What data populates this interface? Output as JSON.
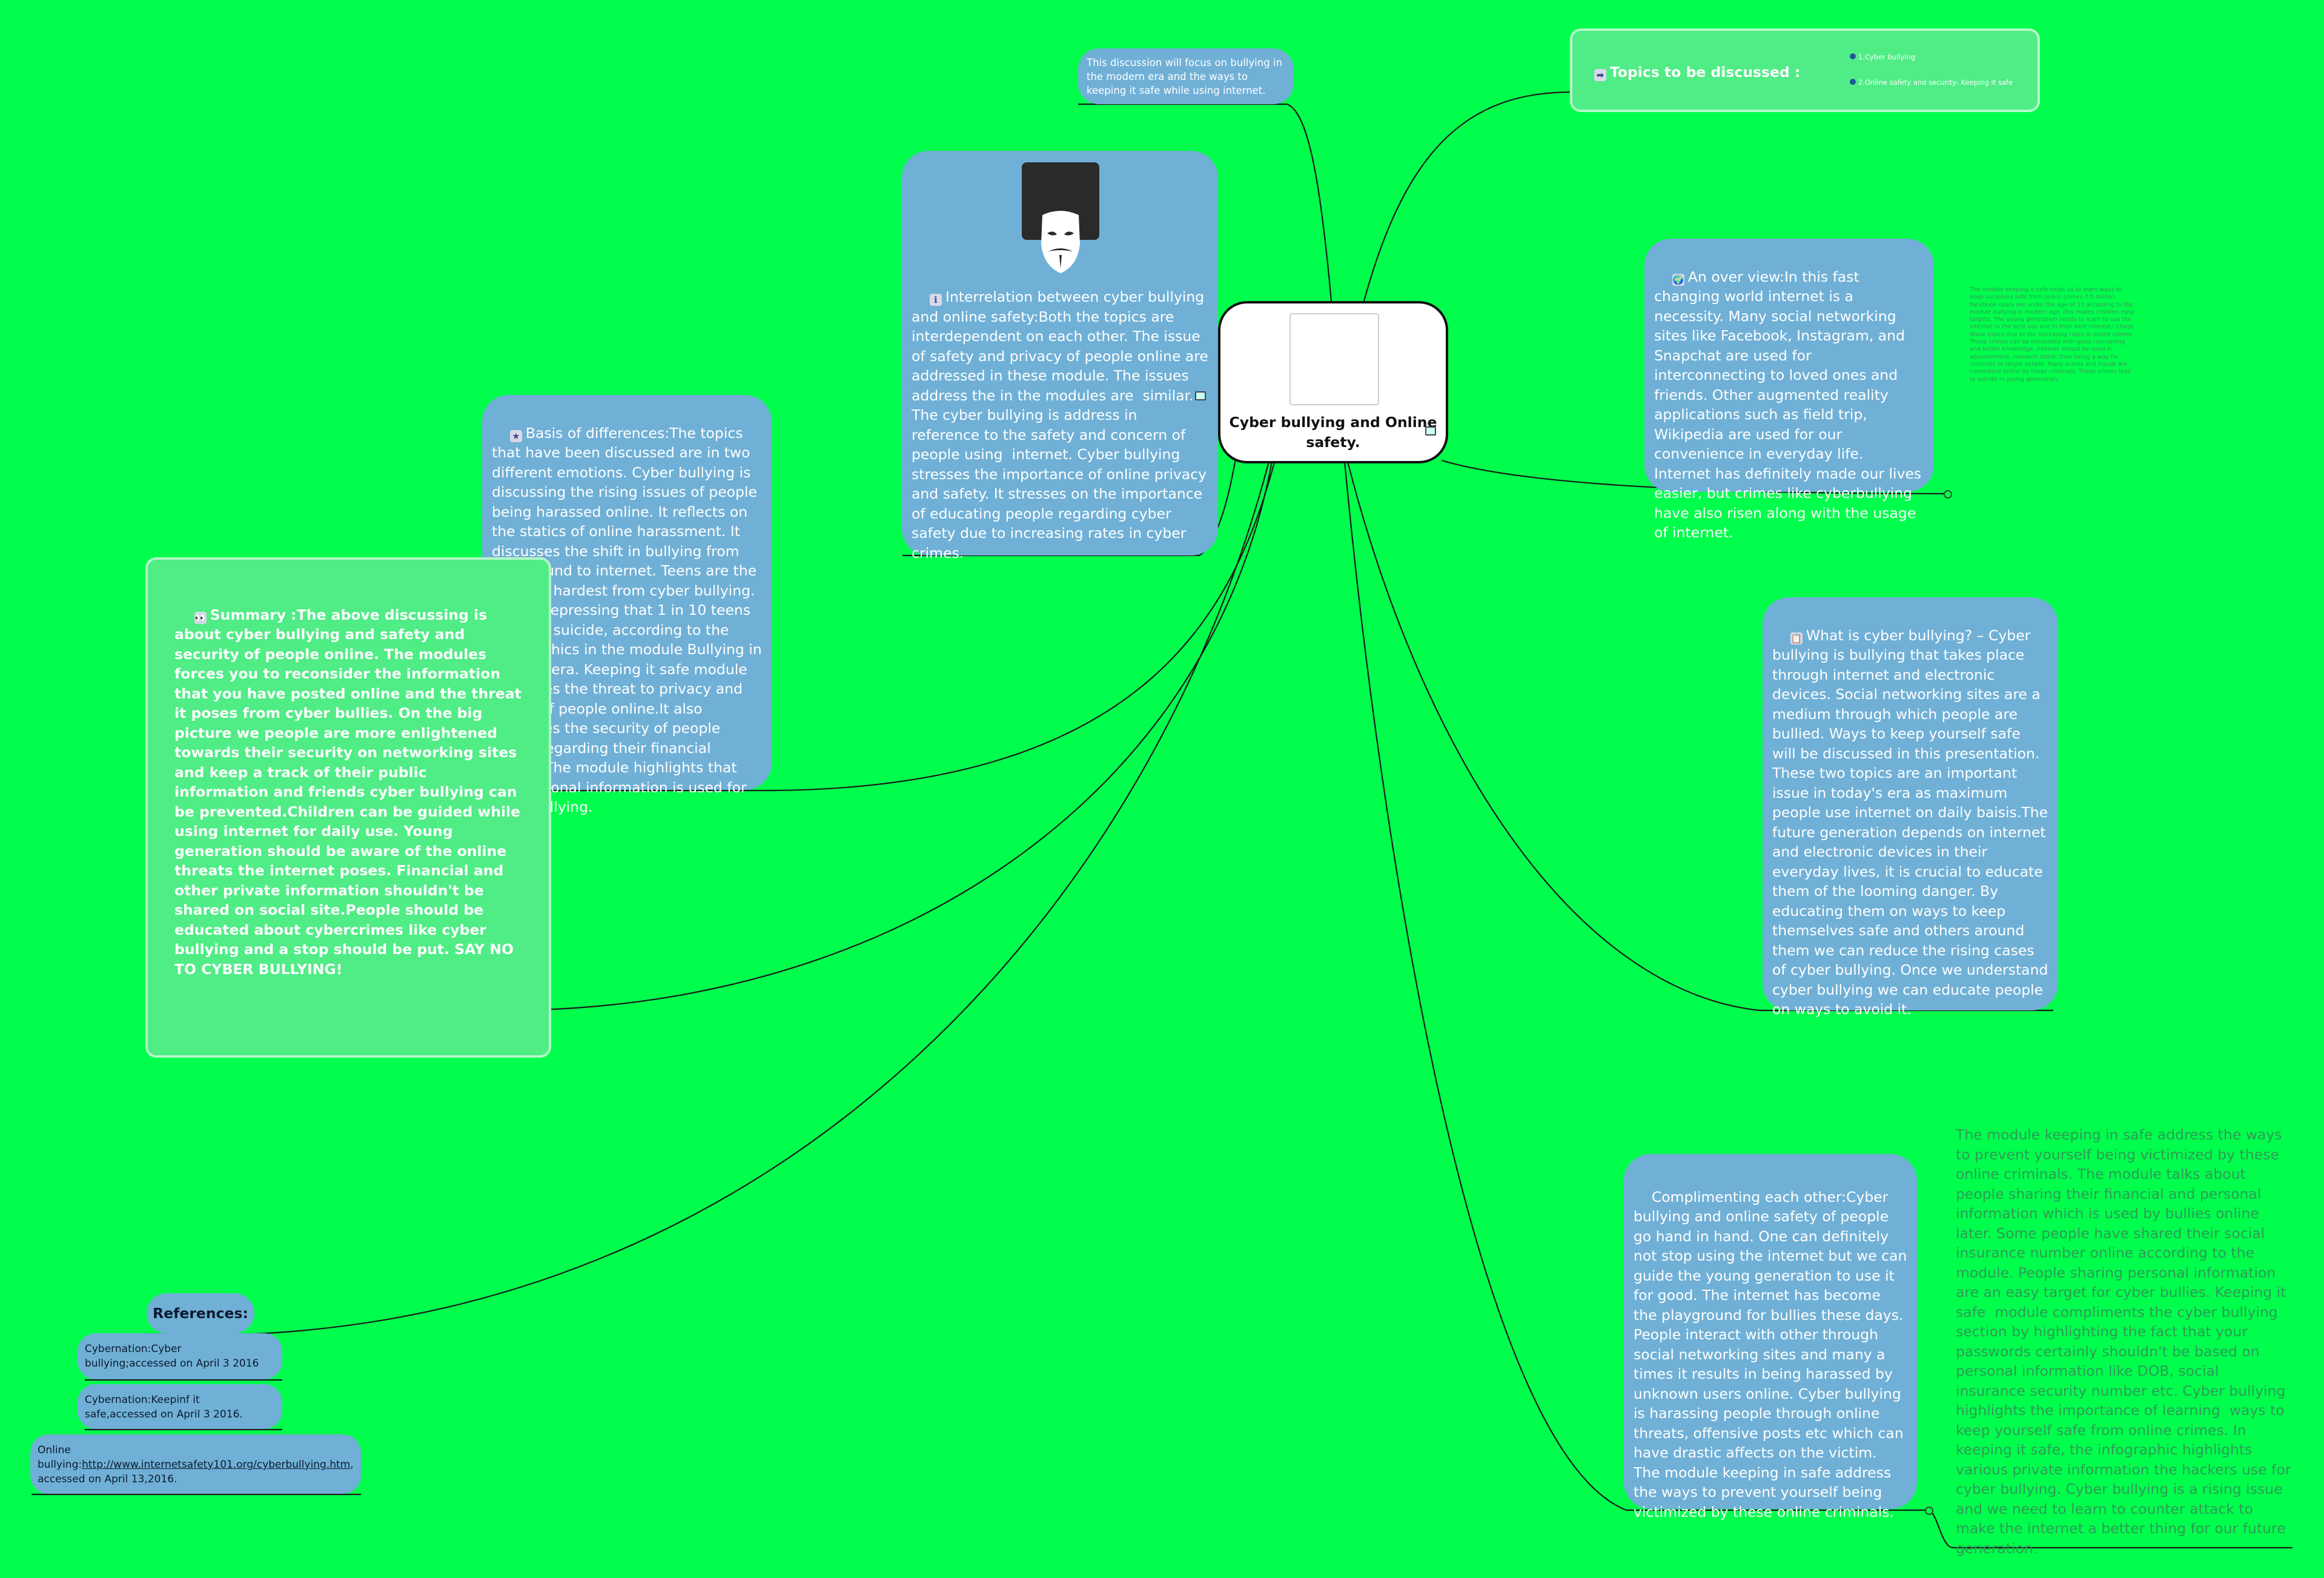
{
  "central": {
    "title": "Cyber bullying and Online safety."
  },
  "topics": {
    "title": "Topics to be discussed :",
    "items": [
      "1.Cyber bullying",
      "2.Online safety and security- Keeping it safe"
    ]
  },
  "intro_bubble": "This discussion will focus on bullying in the modern era and the ways to keeping it safe while using internet.",
  "interrelation": "Interrelation between cyber bullying and online safety:Both the topics are interdependent on each other. The issue of safety and privacy of people online are addressed in these module. The issues address the in the modules are  similar. The cyber bullying is address in reference to the safety and concern of people using  internet. Cyber bullying stresses the importance of online privacy and safety. It stresses on the importance of educating people regarding cyber safety due to increasing rates in cyber crimes.",
  "basis": "Basis of differences:The topics that have been discussed are in two different emotions. Cyber bullying is discussing the rising issues of people being harassed online. It reflects on the statics of online harassment. It discusses the shift in bullying from playground to internet. Teens are the ones hit hardest from cyber bullying. This is depressing that 1 in 10 teens attempt suicide, according to the infographics in the module Bullying in modern era. Keeping it safe module discusses the threat to privacy and safety of people online.It also discusses the security of people online regarding their financial status. The module highlights that the personal information is used for  cyberbullying.",
  "summary": "Summary :The above discussing is about cyber bullying and safety and security of people online. The modules forces you to reconsider the information that you have posted online and the threat it poses from cyber bullies. On the big picture we people are more enlightened towards their security on networking sites and keep a track of their public information and friends cyber bullying can be prevented.Children can be guided while using internet for daily use. Young generation should be aware of the online threats the internet poses. Financial and other private information shouldn't be shared on social site.People should be educated about cybercrimes like cyber bullying and a stop should be put. SAY NO TO CYBER BULLYING!",
  "overview": "An over view:In this fast changing world internet is a necessity. Many social networking sites like Facebook, Instagram, and Snapchat are used for interconnecting to loved ones and friends. Other augmented reality applications such as field trip, Wikipedia are used for our convenience in everyday life. Internet has definitely made our lives easier, but crimes like cyberbullying have also risen along with the usage of internet.",
  "overview_note": "The module keeping it safe helps us to learn ways to keep ourselves safe from online crimes.7.5 million Facebook users are under the age of 13 according to the module bullying in modern age, this makes children easy targets. The young generation needs to learn to use the internet to the best use and in their best interest.I Chose these topics due to the increasing rates in online crimes. These crimes can be prevented with good counselling and better knowledge. Internet should be used in advancement, research rather than being a way for criminals to target people. Many scams and frauds are committed online by these criminals. These crimes lead to suicide in young generation.",
  "what_is": "What is cyber bullying? – Cyber bullying is bullying that takes place through internet and electronic devices. Social networking sites are a medium through which people are bullied. Ways to keep yourself safe will be discussed in this presentation. These two topics are an important issue in today's era as maximum people use internet on daily baisis.The future generation depends on internet and electronic devices in their everyday lives, it is crucial to educate them of the looming danger. By educating them on ways to keep themselves safe and others around them we can reduce the rising cases of cyber bullying. Once we understand cyber bullying we can educate people on ways to avoid it.",
  "complimenting": "Complimenting each other:Cyber bullying and online safety of people go hand in hand. One can definitely not stop using the internet but we can guide the young generation to use it for good. The internet has become the playground for bullies these days. People interact with other through social networking sites and many a times it results in being harassed by unknown users online. Cyber bullying is harassing people through online threats, offensive posts etc which can have drastic affects on the victim. The module keeping in safe address the ways to prevent yourself being victimized by these online criminals.",
  "complimenting_note": "The module keeping in safe address the ways to prevent yourself being victimized by these online criminals. The module talks about people sharing their financial and personal information which is used by bullies online later. Some people have shared their social insurance number online according to the module. People sharing personal information are an easy target for cyber bullies. Keeping it safe  module compliments the cyber bullying section by highlighting the fact that your passwords certainly shouldn't be based on personal information like DOB, social insurance security number etc. Cyber bullying highlights the importance of learning  ways to keep yourself safe from online crimes. In keeping it safe, the infographic highlights various private information the hackers use for cyber bullying. Cyber bullying is a rising issue and we need to learn to counter attack to make the internet a better thing for our future generation.",
  "references": {
    "title": "References:",
    "items": [
      {
        "text": "Cybernation:Cyber bullying;accessed on April 3 2016"
      },
      {
        "text": "Cybernation:Keepinf it safe,accessed on April 3 2016."
      },
      {
        "prefix": "Online bullying:",
        "link": "http://www.internetsafety101.org/cyberbullying.htm",
        "suffix": ", accessed on April 13,2016."
      }
    ]
  },
  "colors": {
    "background": "#00ff4c",
    "node": "#70b0d6",
    "green_node": "#50ec86",
    "line": "#1a1a1a"
  },
  "icons": [
    "anonymous-mask-icon",
    "info-icon",
    "star-icon",
    "eyes-icon",
    "earth-icon",
    "note-icon",
    "image-placeholder-icon"
  ]
}
